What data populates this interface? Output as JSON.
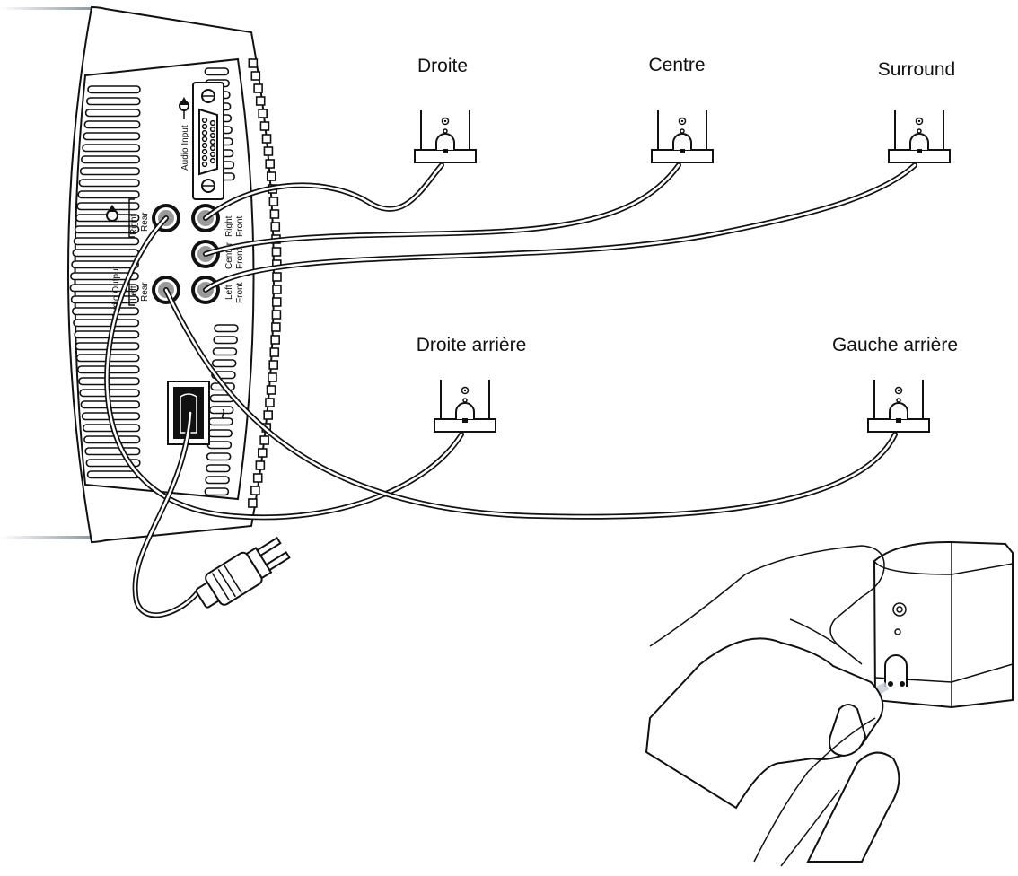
{
  "speakers": {
    "droite": "Droite",
    "centre": "Centre",
    "surround": "Surround",
    "droite_arriere": "Droite arrière",
    "gauche_arriere": "Gauche arrière"
  },
  "panel": {
    "audio_input": "Audio Input",
    "audio_output": "Audio Output",
    "right": "Right",
    "rear": "Rear",
    "left": "Left",
    "front": "Front",
    "center": "Center",
    "ac_symbol": "~"
  },
  "icons": [
    "power-arrow-icon",
    "db15-connector-icon",
    "rca-jack-icon",
    "ac-power-socket-icon",
    "power-plug-icon",
    "hand-icon"
  ],
  "colors": {
    "line": "#111111",
    "background": "#ffffff",
    "shade": "#9aa4ad"
  }
}
